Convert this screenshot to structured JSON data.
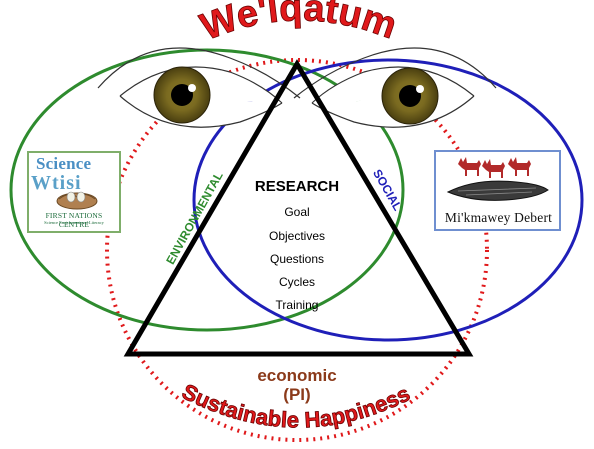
{
  "title": "We'lqatum",
  "subtitle": "Sustainable Happiness",
  "center": {
    "heading": "RESEARCH",
    "items": [
      "Goal",
      "Objectives",
      "Questions",
      "Cycles",
      "Training"
    ]
  },
  "labels": {
    "environmental": "ENVIRONMENTAL",
    "social": "SOCIAL",
    "economic": "economic",
    "economic_abbrev": "(PI)"
  },
  "logo_left": {
    "line1": "Science",
    "line2": "Wtisi",
    "centre": "FIRST NATIONS CENTRE",
    "tagline": "Science Enrichment and Literacy"
  },
  "logo_right": {
    "caption": "Mi'kmawey Debert"
  },
  "colors": {
    "title_red": "#e0191b",
    "dotted_circle": "#e0191b",
    "environmental_green": "#2e8b2e",
    "social_blue": "#1f1fb8",
    "economic_brown": "#8b3a1a",
    "triangle": "#000000"
  }
}
